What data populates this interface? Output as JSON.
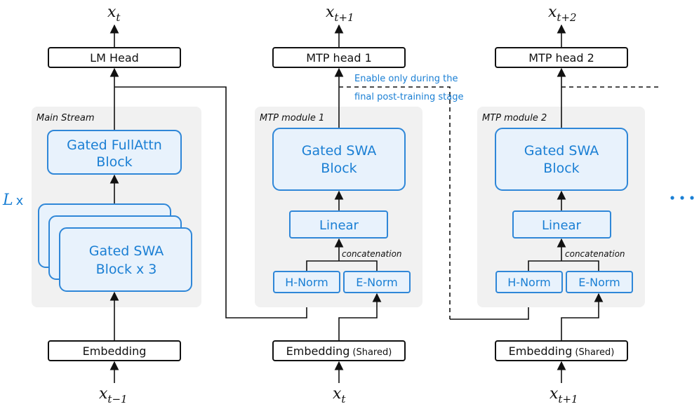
{
  "main": {
    "panel_label": "Main Stream",
    "head": "LM Head",
    "fullattn": [
      "Gated FullAttn",
      "Block"
    ],
    "swa": [
      "Gated SWA",
      "Block x 3"
    ],
    "embedding": "Embedding",
    "repeat": {
      "symbol": "L",
      "times": "x"
    },
    "output": {
      "base": "x",
      "sub": "t"
    },
    "input": {
      "base": "x",
      "sub": "t−1"
    }
  },
  "mtp": [
    {
      "panel_label": "MTP module 1",
      "head": "MTP head 1",
      "swa": [
        "Gated SWA",
        "Block"
      ],
      "linear": "Linear",
      "concat": "concatenation",
      "hnorm": "H-Norm",
      "enorm": "E-Norm",
      "embedding": "Embedding",
      "shared": "(Shared)",
      "output": {
        "base": "x",
        "sub": "t+1"
      },
      "input": {
        "base": "x",
        "sub": "t"
      }
    },
    {
      "panel_label": "MTP module 2",
      "head": "MTP head 2",
      "swa": [
        "Gated SWA",
        "Block"
      ],
      "linear": "Linear",
      "concat": "concatenation",
      "hnorm": "H-Norm",
      "enorm": "E-Norm",
      "embedding": "Embedding",
      "shared": "(Shared)",
      "output": {
        "base": "x",
        "sub": "t+2"
      },
      "input": {
        "base": "x",
        "sub": "t+1"
      }
    }
  ],
  "note": [
    "Enable only during the",
    "final post-training  stage"
  ],
  "colors": {
    "accent": "#2f87d8",
    "panel": "#f1f1f1",
    "fill": "#e8f2fc",
    "line": "#111111"
  }
}
